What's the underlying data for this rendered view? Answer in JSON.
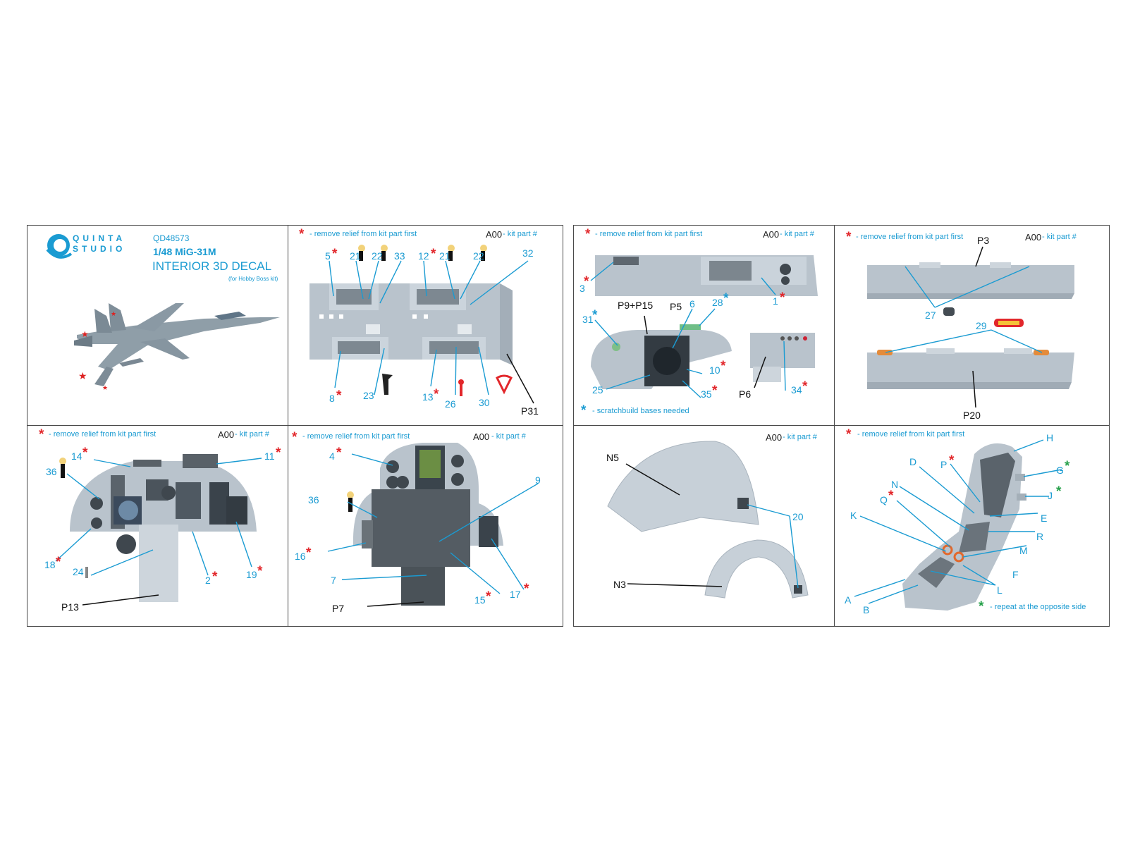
{
  "brand": {
    "line1": "QUINTA",
    "line2": "STUDIO"
  },
  "product": {
    "code": "QD48573",
    "scale_model": "1/48 MiG-31M",
    "title": "INTERIOR 3D DECAL",
    "subtitle": "(for Hobby Boss kit)"
  },
  "notes": {
    "remove": "- remove relief from kit part first",
    "kit_code": "A00",
    "kit_text": "- kit part #",
    "scratch": "- scratchbuild bases needed",
    "repeat": "- repeat at the opposite side",
    "asterisk": "*"
  },
  "colors": {
    "label": "#1a9bd2",
    "asterisk_red": "#e2272b",
    "asterisk_green": "#26a04a",
    "part_grey": "#b9c3cc"
  },
  "panel_p31": {
    "numbers": [
      "5",
      "21",
      "22",
      "33",
      "12",
      "21",
      "22",
      "32",
      "8",
      "23",
      "13",
      "26",
      "30"
    ],
    "kit_part": "P31"
  },
  "panel_p5": {
    "numbers": [
      "3",
      "1",
      "31",
      "6",
      "28",
      "10",
      "25",
      "35",
      "34"
    ],
    "kit_parts": [
      "P9+P15",
      "P5",
      "P6"
    ]
  },
  "panel_p3": {
    "numbers": [
      "27",
      "29"
    ],
    "kit_parts": [
      "P3",
      "P20"
    ]
  },
  "panel_p13": {
    "numbers": [
      "14",
      "11",
      "36",
      "18",
      "24",
      "2",
      "19"
    ],
    "kit_part": "P13"
  },
  "panel_p7": {
    "numbers": [
      "4",
      "9",
      "36",
      "16",
      "7",
      "15",
      "17"
    ],
    "kit_part": "P7"
  },
  "panel_n5": {
    "numbers": [
      "20"
    ],
    "kit_parts": [
      "N5",
      "N3"
    ]
  },
  "panel_seat": {
    "letters": [
      "H",
      "D",
      "P",
      "G",
      "N",
      "J",
      "Q",
      "E",
      "K",
      "R",
      "M",
      "F",
      "A",
      "L",
      "B"
    ]
  }
}
